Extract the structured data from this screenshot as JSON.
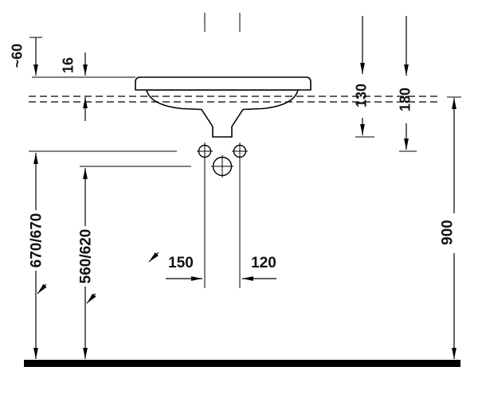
{
  "drawing": {
    "background_color": "#ffffff",
    "line_color": "#000000",
    "labels": {
      "top_clearance": "~60",
      "rim_height": "16",
      "basin_depth": "130",
      "total_depth": "180",
      "rim_to_floor": "900",
      "outer_height": "670/670",
      "inner_height": "560/620",
      "left_offset": "150",
      "right_offset": "120"
    }
  }
}
